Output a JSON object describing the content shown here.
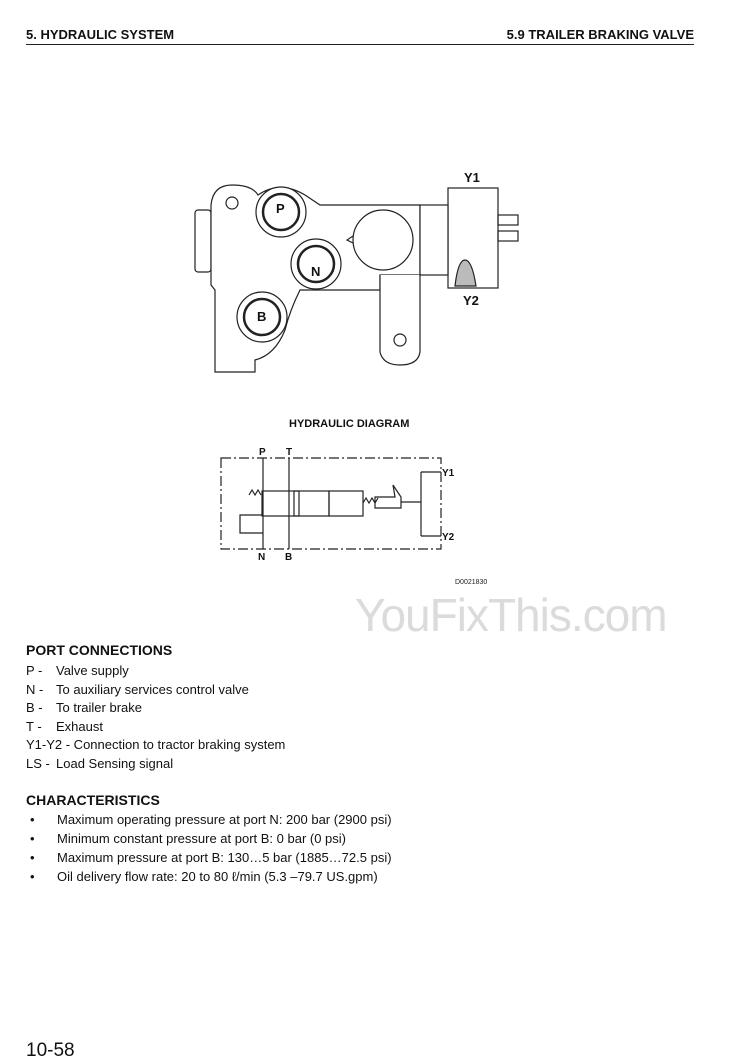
{
  "header": {
    "left": "5. HYDRAULIC SYSTEM",
    "right": "5.9 TRAILER BRAKING VALVE"
  },
  "valve_drawing": {
    "labels": {
      "p": "P",
      "n": "N",
      "b": "B",
      "y1": "Y1",
      "y2": "Y2"
    }
  },
  "hydraulic_diagram": {
    "title": "HYDRAULIC DIAGRAM",
    "labels": {
      "p": "P",
      "t": "T",
      "n": "N",
      "b": "B",
      "y1": "Y1",
      "y2": "Y2"
    },
    "code": "D0021830"
  },
  "watermark": "YouFixThis.com",
  "port_connections": {
    "title": "PORT CONNECTIONS",
    "items": [
      {
        "key": "P -",
        "text": "Valve supply"
      },
      {
        "key": "N -",
        "text": "To auxiliary services control valve"
      },
      {
        "key": "B -",
        "text": "To trailer brake"
      },
      {
        "key": "T -",
        "text": "Exhaust"
      },
      {
        "key": "",
        "text": "Y1-Y2 - Connection to tractor braking system"
      },
      {
        "key": "LS -",
        "text": "Load Sensing signal"
      }
    ]
  },
  "characteristics": {
    "title": "CHARACTERISTICS",
    "bullet": "•",
    "items": [
      "Maximum operating pressure at port N: 200 bar (2900 psi)",
      "Minimum constant pressure at port B: 0 bar (0 psi)",
      "Maximum pressure at port B: 130…5 bar (1885…72.5 psi)",
      "Oil delivery flow rate: 20 to 80 ℓ/min (5.3 –79.7 US.gpm)"
    ]
  },
  "page_number": "10-58"
}
